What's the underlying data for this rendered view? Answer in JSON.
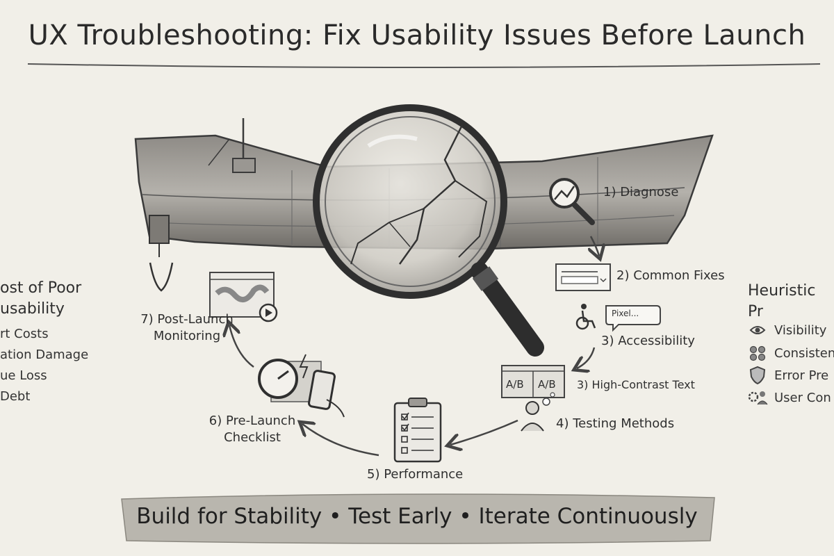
{
  "title": "UX Troubleshooting: Fix Usability Issues Before Launch",
  "steps": {
    "diagnose": "1) Diagnose",
    "common_fixes": "2) Common Fixes",
    "accessibility": "3) Accessibility",
    "high_contrast": "3) High-Contrast Text",
    "testing": "4) Testing Methods",
    "performance": "5) Performance",
    "checklist": "6) Pre-Launch Checklist",
    "monitoring": "7) Post-Launch Monitoring"
  },
  "ab_labels": [
    "A/B",
    "A/B"
  ],
  "speech_bubble": "Pixel...",
  "cost": {
    "title": "ost of Poor usability",
    "items": [
      "rt Costs",
      "ation Damage",
      "ue Loss",
      "Debt"
    ]
  },
  "heuristics": {
    "title": "Heuristic Pr",
    "items": [
      {
        "icon": "eye-icon",
        "label": "Visibility"
      },
      {
        "icon": "dots-icon",
        "label": "Consisten"
      },
      {
        "icon": "shield-icon",
        "label": "Error Pre"
      },
      {
        "icon": "user-gear-icon",
        "label": "User Con"
      }
    ]
  },
  "banner": "Build for Stability • Test Early • Iterate Continuously",
  "colors": {
    "paper": "#f1efe8",
    "ink": "#2b2b2b",
    "banner": "#b9b6ae"
  }
}
